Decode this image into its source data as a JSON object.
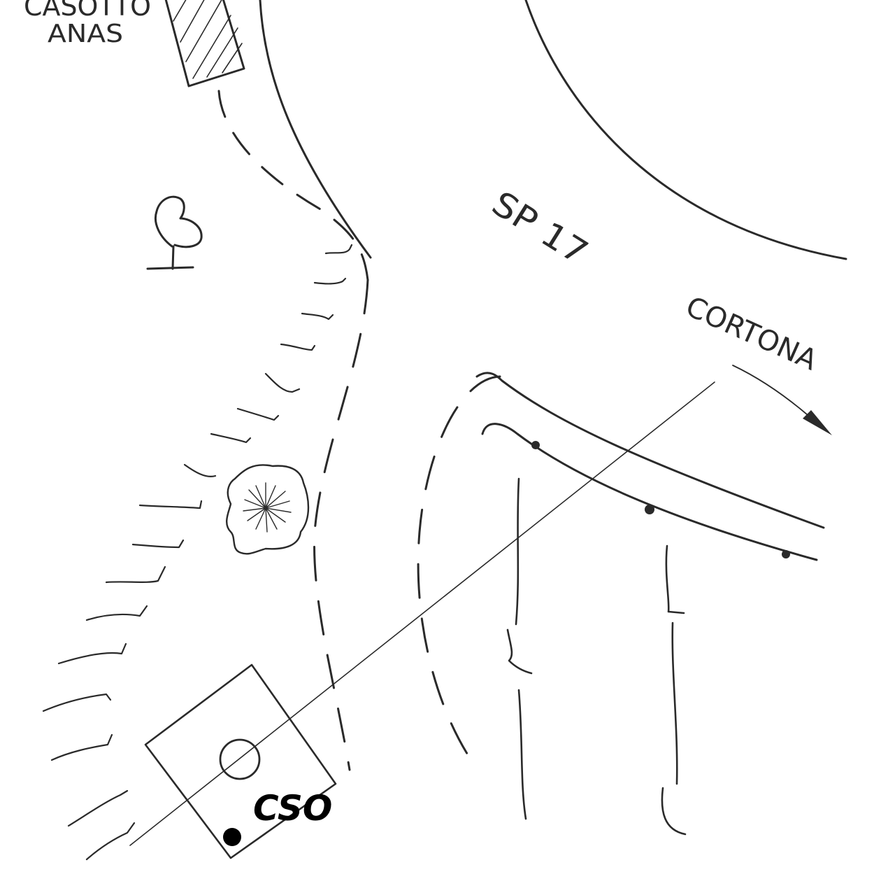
{
  "labels": {
    "casotto_line1": "CASOTTO",
    "casotto_line2": "ANAS",
    "road": "SP 17",
    "direction": "CORTONA",
    "cso": "CSO"
  },
  "colors": {
    "ink": "#2a2a2a",
    "background": "#ffffff",
    "cso_marker": "#000000"
  },
  "icons": {
    "tree_symbol": "tree-icon",
    "bush_symbol": "bush-icon",
    "direction_arrow": "arrow-icon",
    "cso_marker": "filled-dot-icon"
  }
}
